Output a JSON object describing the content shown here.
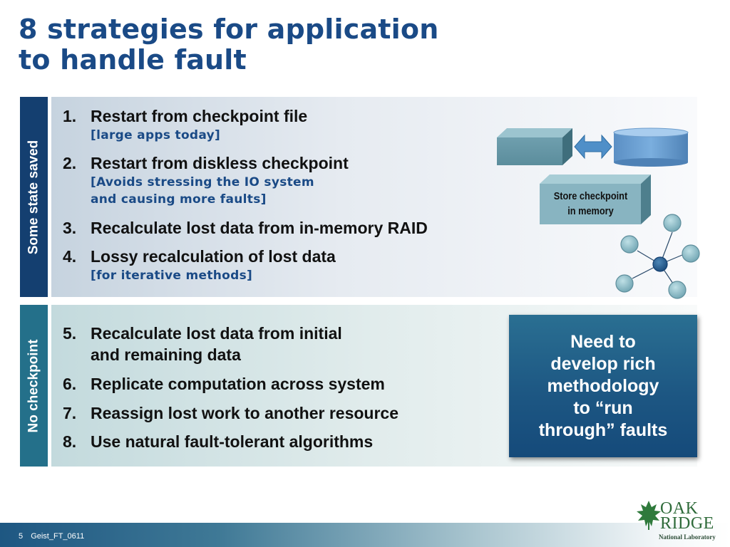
{
  "slide": {
    "title_line1": "8 strategies for application",
    "title_line2": "to handle fault"
  },
  "sections": [
    {
      "label": "Some state saved",
      "items": [
        {
          "number": "1.",
          "text": "Restart from checkpoint file",
          "note": "[large apps today]"
        },
        {
          "number": "2.",
          "text": "Restart from diskless checkpoint",
          "note_line1": "[Avoids stressing the IO system",
          "note_line2": "and causing more faults]"
        },
        {
          "number": "3.",
          "text": "Recalculate lost data from in-memory RAID"
        },
        {
          "number": "4.",
          "text": "Lossy recalculation of lost data",
          "note": "[for iterative methods]"
        }
      ]
    },
    {
      "label": "No checkpoint",
      "items": [
        {
          "number": "5.",
          "text_line1": "Recalculate lost data from initial",
          "text_line2": "and remaining data"
        },
        {
          "number": "6.",
          "text": "Replicate computation across system"
        },
        {
          "number": "7.",
          "text": "Reassign lost work to another resource"
        },
        {
          "number": "8.",
          "text": "Use natural fault-tolerant algorithms"
        }
      ]
    }
  ],
  "diagram": {
    "store_label_line1": "Store checkpoint",
    "store_label_line2": "in memory",
    "icons": [
      "memory-block-icon",
      "bidirectional-arrow-icon",
      "disk-cylinder-icon",
      "node-network-icon"
    ]
  },
  "callout": {
    "line1": "Need to",
    "line2": "develop rich",
    "line3": "methodology",
    "line4": "to “run",
    "line5": "through” faults"
  },
  "footer": {
    "page_number": "5",
    "doc_id": "Geist_FT_0611"
  },
  "logo": {
    "line1": "OAK",
    "line2": "RIDGE",
    "line3": "National Laboratory"
  },
  "colors": {
    "title": "#1a4a86",
    "sidebar_top": "#143f70",
    "sidebar_bottom": "#24708a",
    "callout": "#1d5783",
    "note": "#1a4a86",
    "logo_green": "#2f6b3a"
  }
}
